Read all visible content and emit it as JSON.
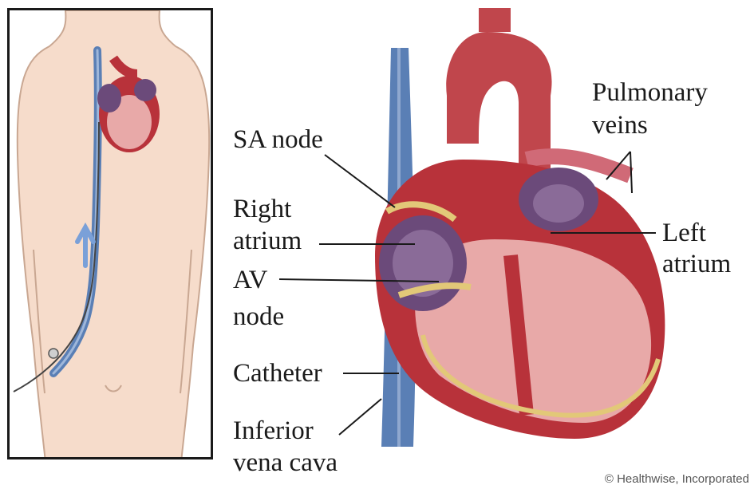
{
  "labels": {
    "sa_node": "SA node",
    "right_atrium_1": "Right",
    "right_atrium_2": "atrium",
    "av_node_1": "AV",
    "av_node_2": "node",
    "catheter": "Catheter",
    "ivc_1": "Inferior",
    "ivc_2": "vena cava",
    "pulmonary_1": "Pulmonary",
    "pulmonary_2": "veins",
    "left_atrium_1": "Left",
    "left_atrium_2": "atrium"
  },
  "credit": "© Healthwise, Incorporated",
  "colors": {
    "skin": "#f6dccb",
    "skin_outline": "#c9a792",
    "vein_blue": "#5a7fb5",
    "heart_red": "#b8323a",
    "heart_pink": "#e8a9a8",
    "atrium_purple": "#6b4a7a",
    "node_yellow": "#e2c878"
  }
}
